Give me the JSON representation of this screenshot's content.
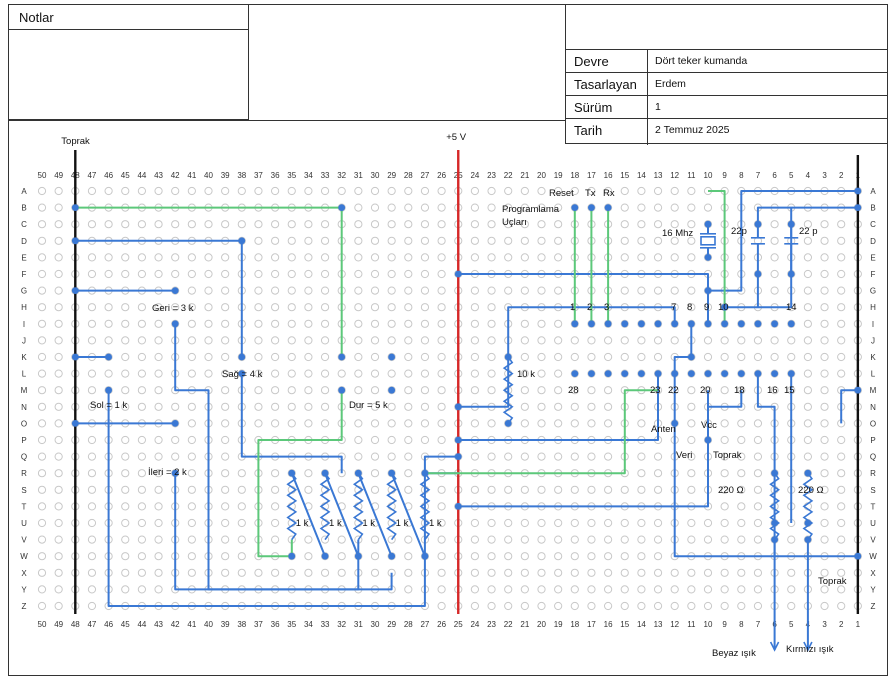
{
  "notes": {
    "title": "Notlar"
  },
  "info": {
    "rows": [
      {
        "label": "Devre",
        "value": "Dört teker kumanda"
      },
      {
        "label": "Tasarlayan",
        "value": "Erdem"
      },
      {
        "label": "Sürüm",
        "value": "1"
      },
      {
        "label": "Tarih",
        "value": "2 Temmuz 2025"
      }
    ]
  },
  "board": {
    "columns": [
      "50",
      "49",
      "48",
      "47",
      "46",
      "45",
      "44",
      "43",
      "42",
      "41",
      "40",
      "39",
      "38",
      "37",
      "36",
      "35",
      "34",
      "33",
      "32",
      "31",
      "30",
      "29",
      "28",
      "27",
      "26",
      "25",
      "24",
      "23",
      "22",
      "21",
      "20",
      "19",
      "18",
      "17",
      "16",
      "15",
      "14",
      "13",
      "12",
      "11",
      "10",
      "9",
      "8",
      "7",
      "6",
      "5",
      "4",
      "3",
      "2",
      "1"
    ],
    "rows": [
      "A",
      "B",
      "C",
      "D",
      "E",
      "F",
      "G",
      "H",
      "I",
      "J",
      "K",
      "L",
      "M",
      "N",
      "O",
      "P",
      "Q",
      "R",
      "S",
      "T",
      "U",
      "V",
      "W",
      "X",
      "Y",
      "Z"
    ],
    "ground_rail_label": "Toprak",
    "vcc_rail_label": "+5 V",
    "colors": {
      "wire": "#3a78d4",
      "wire_green": "#5cc87a",
      "vcc_rail": "#d62828",
      "gnd_rail": "#111111",
      "hole": "#c8c8c8"
    }
  },
  "labels": {
    "geri": "Geri = 3 k",
    "sag": "Sağ = 4 k",
    "sol": "Sol = 1 k",
    "dur": "Dur = 5 k",
    "ileri": "İleri = 2 k",
    "r1k": "1 k",
    "r10k": "10 k",
    "reset": "Reset",
    "tx": "Tx",
    "rx": "Rx",
    "prog1": "Programlama",
    "prog2": "Uçları",
    "pin1": "1",
    "pin2": "2",
    "pin3": "3",
    "pin7": "7",
    "pin8": "8",
    "pin9": "9",
    "pin10": "10",
    "pin14": "14",
    "pin28": "28",
    "pin23": "23",
    "pin22": "22",
    "pin20": "20",
    "pin18": "18",
    "pin16": "16",
    "pin15": "15",
    "crystal": "16 Mhz",
    "cap1": "22p",
    "cap2": "22 p",
    "anten": "Anten",
    "vcc": "Vcc",
    "veri": "Veri",
    "toprak_mod": "Toprak",
    "r220a": "220 Ω",
    "r220b": "220 Ω",
    "toprak_right": "Toprak",
    "white_led": "Beyaz ışık",
    "red_led": "Kırmızı ışık"
  }
}
